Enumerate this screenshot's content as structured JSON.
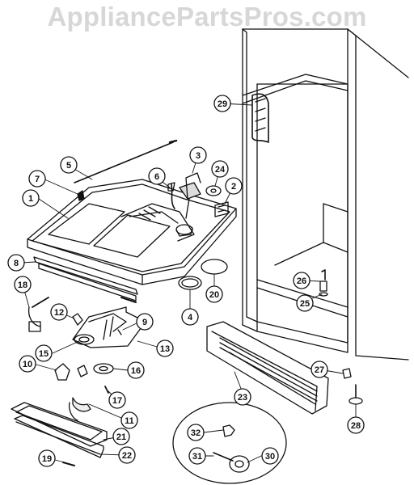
{
  "watermark": "AppliancePartsPros.com",
  "colors": {
    "ink": "#111111",
    "paper": "#ffffff",
    "watermark": "#d7d7d7"
  },
  "callouts": [
    {
      "id": "c1",
      "label": "1"
    },
    {
      "id": "c2",
      "label": "2"
    },
    {
      "id": "c3",
      "label": "3"
    },
    {
      "id": "c4",
      "label": "4"
    },
    {
      "id": "c5",
      "label": "5"
    },
    {
      "id": "c6",
      "label": "6"
    },
    {
      "id": "c7",
      "label": "7"
    },
    {
      "id": "c8",
      "label": "8"
    },
    {
      "id": "c9",
      "label": "9"
    },
    {
      "id": "c10",
      "label": "10"
    },
    {
      "id": "c11",
      "label": "11"
    },
    {
      "id": "c12",
      "label": "12"
    },
    {
      "id": "c13",
      "label": "13"
    },
    {
      "id": "c15",
      "label": "15"
    },
    {
      "id": "c16",
      "label": "16"
    },
    {
      "id": "c17",
      "label": "17"
    },
    {
      "id": "c18",
      "label": "18"
    },
    {
      "id": "c19",
      "label": "19"
    },
    {
      "id": "c20",
      "label": "20"
    },
    {
      "id": "c21",
      "label": "21"
    },
    {
      "id": "c22",
      "label": "22"
    },
    {
      "id": "c23",
      "label": "23"
    },
    {
      "id": "c24",
      "label": "24"
    },
    {
      "id": "c25",
      "label": "25"
    },
    {
      "id": "c26",
      "label": "26"
    },
    {
      "id": "c27",
      "label": "27"
    },
    {
      "id": "c28",
      "label": "28"
    },
    {
      "id": "c29",
      "label": "29"
    },
    {
      "id": "c30",
      "label": "30"
    },
    {
      "id": "c31",
      "label": "31"
    },
    {
      "id": "c32",
      "label": "32"
    }
  ]
}
